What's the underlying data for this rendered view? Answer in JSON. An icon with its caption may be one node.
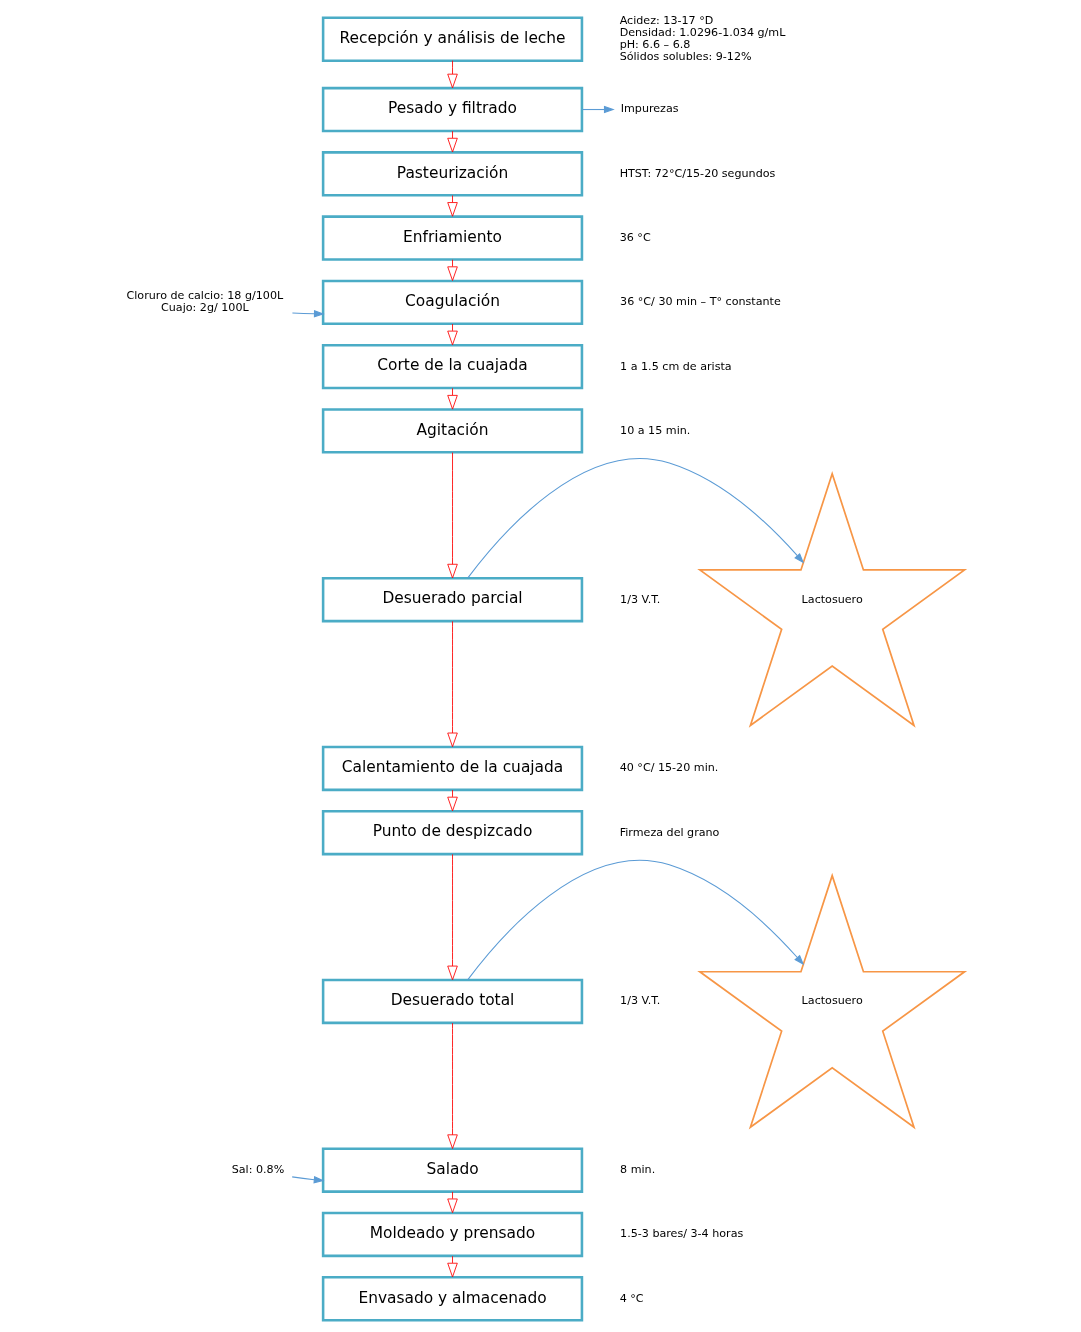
{
  "diagram": {
    "nodes": [
      {
        "text": [
          "Recepción y análisis de leche"
        ],
        "beside": [
          "Acidez: 13-17 °D",
          "Densidad: 1.0296-1.034 g/mL",
          "pH: 6.6 – 6.8",
          "Sólidos solubles: 9-12%"
        ]
      },
      {
        "text": [
          "Pesado y filtrado"
        ]
      },
      {
        "text": [
          "Pasteurización"
        ],
        "beside": [
          "HTST: 72°C/15-20 segundos"
        ]
      },
      {
        "text": [
          "Enfriamiento"
        ],
        "beside": [
          "36 °C"
        ]
      },
      {
        "text": [
          "Coagulación"
        ],
        "beside": [
          "36 °C/ 30 min – T° constante"
        ]
      },
      {
        "text": [
          "Corte de la cuajada"
        ],
        "beside": [
          "1 a 1.5 cm de arista"
        ]
      },
      {
        "text": [
          "Agitación"
        ],
        "beside": [
          "10 a 15 min."
        ]
      },
      {
        "text": [
          "Desuerado parcial"
        ],
        "beside": [
          "1/3 V.T."
        ]
      },
      {
        "text": [
          "Calentamiento de la cuajada"
        ],
        "beside": [
          "40 °C/ 15-20 min."
        ]
      },
      {
        "text": [
          "Punto de despizcado"
        ],
        "beside": [
          "Firmeza del grano"
        ]
      },
      {
        "text": [
          "Desuerado total"
        ],
        "beside": [
          "1/3 V.T."
        ]
      },
      {
        "text": [
          "Salado"
        ],
        "beside": [
          "8 min."
        ]
      },
      {
        "text": [
          "Moldeado y prensado"
        ],
        "beside": [
          "1.5-3 bares/ 3-4 horas"
        ]
      },
      {
        "text": [
          "Envasado y almacenado"
        ],
        "beside": [
          "4 °C"
        ]
      },
      {
        "text": [
          "Impurezas"
        ]
      },
      {
        "text": [
          "Cloruro de calcio: 18 g/100L",
          "Cuajo: 2g/ 100L"
        ]
      },
      {
        "text": [
          "Lactosuero"
        ]
      },
      {
        "text": [
          "Lactosuero"
        ]
      },
      {
        "text": [
          "Sal: 0.8%"
        ]
      }
    ],
    "edges": [
      {
        "from": 0,
        "to": 1,
        "arrow": "to"
      },
      {
        "from": 1,
        "to": 2,
        "arrow": "to"
      },
      {
        "from": 2,
        "to": 3,
        "arrow": "to"
      },
      {
        "from": 3,
        "to": 4,
        "arrow": "to"
      },
      {
        "from": 4,
        "to": 5,
        "arrow": "to"
      },
      {
        "from": 5,
        "to": 6,
        "arrow": "to"
      },
      {
        "from": 6,
        "to": 7,
        "arrow": "to"
      },
      {
        "from": 7,
        "to": 8,
        "arrow": "to"
      },
      {
        "from": 8,
        "to": 9,
        "arrow": "to"
      },
      {
        "from": 9,
        "to": 10,
        "arrow": "to"
      },
      {
        "from": 10,
        "to": 11,
        "arrow": "to"
      },
      {
        "from": 11,
        "to": 12,
        "arrow": "to"
      },
      {
        "from": 12,
        "to": 13,
        "arrow": "to"
      },
      {
        "from": 1,
        "to": 14,
        "arrow": "to",
        "color": "#5b9bd5"
      },
      {
        "from": 15,
        "to": 4,
        "arrow": "to",
        "color": "#5b9bd5"
      },
      {
        "from": 7,
        "to": 16,
        "arrow": "to",
        "color": "#5b9bd5"
      },
      {
        "from": 10,
        "to": 17,
        "arrow": "to",
        "color": "#5b9bd5"
      },
      {
        "from": 18,
        "to": 11,
        "arrow": "to",
        "color": "#5b9bd5"
      }
    ]
  }
}
